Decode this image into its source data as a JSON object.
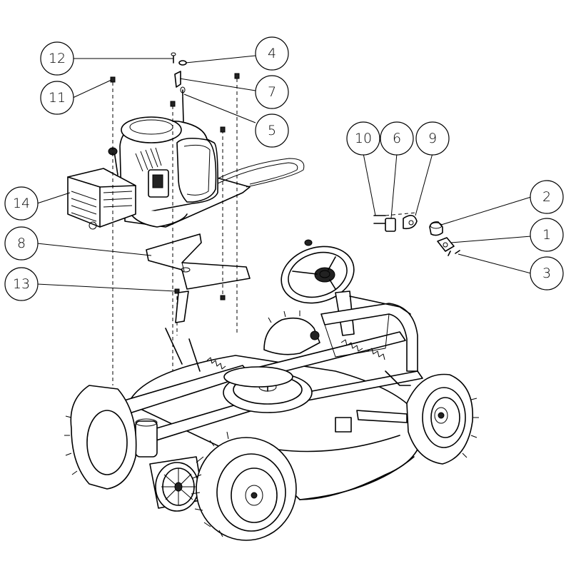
{
  "callouts": [
    {
      "label": "1",
      "target": "spindle-cap"
    },
    {
      "label": "2",
      "target": "knob"
    },
    {
      "label": "3",
      "target": "cap-screw"
    },
    {
      "label": "4",
      "target": "washer"
    },
    {
      "label": "5",
      "target": "fitting"
    },
    {
      "label": "6",
      "target": "switch"
    },
    {
      "label": "7",
      "target": "bracket"
    },
    {
      "label": "8",
      "target": "heat-shield"
    },
    {
      "label": "9",
      "target": "switch-plate"
    },
    {
      "label": "10",
      "target": "screw"
    },
    {
      "label": "11",
      "target": "engine-bolt"
    },
    {
      "label": "12",
      "target": "top-bolt"
    },
    {
      "label": "13",
      "target": "nut"
    },
    {
      "label": "14",
      "target": "muffler"
    }
  ],
  "colors": {
    "ink": "#000000",
    "paper": "#ffffff"
  }
}
